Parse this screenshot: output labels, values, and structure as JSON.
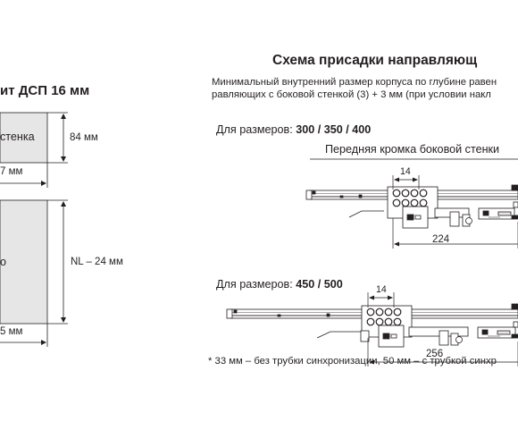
{
  "left_panel": {
    "title": "ит ДСП 16 мм",
    "box1_label": "стенка",
    "dim_84": "84 мм",
    "dim_7": "7 мм",
    "box2_label": "о",
    "dim_nl": "NL – 24 мм",
    "dim_5": "5 мм"
  },
  "right_panel": {
    "title": "Схема присадки направляющ",
    "desc_line1": "Минимальный внутренний размер корпуса по глубине равен",
    "desc_line2": "равляющих с боковой стенкой (3) + 3 мм (при условии накл",
    "sizes1_prefix": "Для размеров: ",
    "sizes1_values": "300 / 350 / 400",
    "edge_label": "Передняя кромка боковой стенки",
    "dim_14_a": "14",
    "dim_224": "224",
    "sizes2_prefix": "Для размеров: ",
    "sizes2_values": "450 / 500",
    "dim_14_b": "14",
    "dim_256": "256",
    "footnote": "* 33 мм – без трубки синхронизации, 50 мм – с трубкой синхр"
  },
  "colors": {
    "line": "#231f20",
    "box_fill": "#e7e6e6",
    "accent_label": "#231f20"
  }
}
